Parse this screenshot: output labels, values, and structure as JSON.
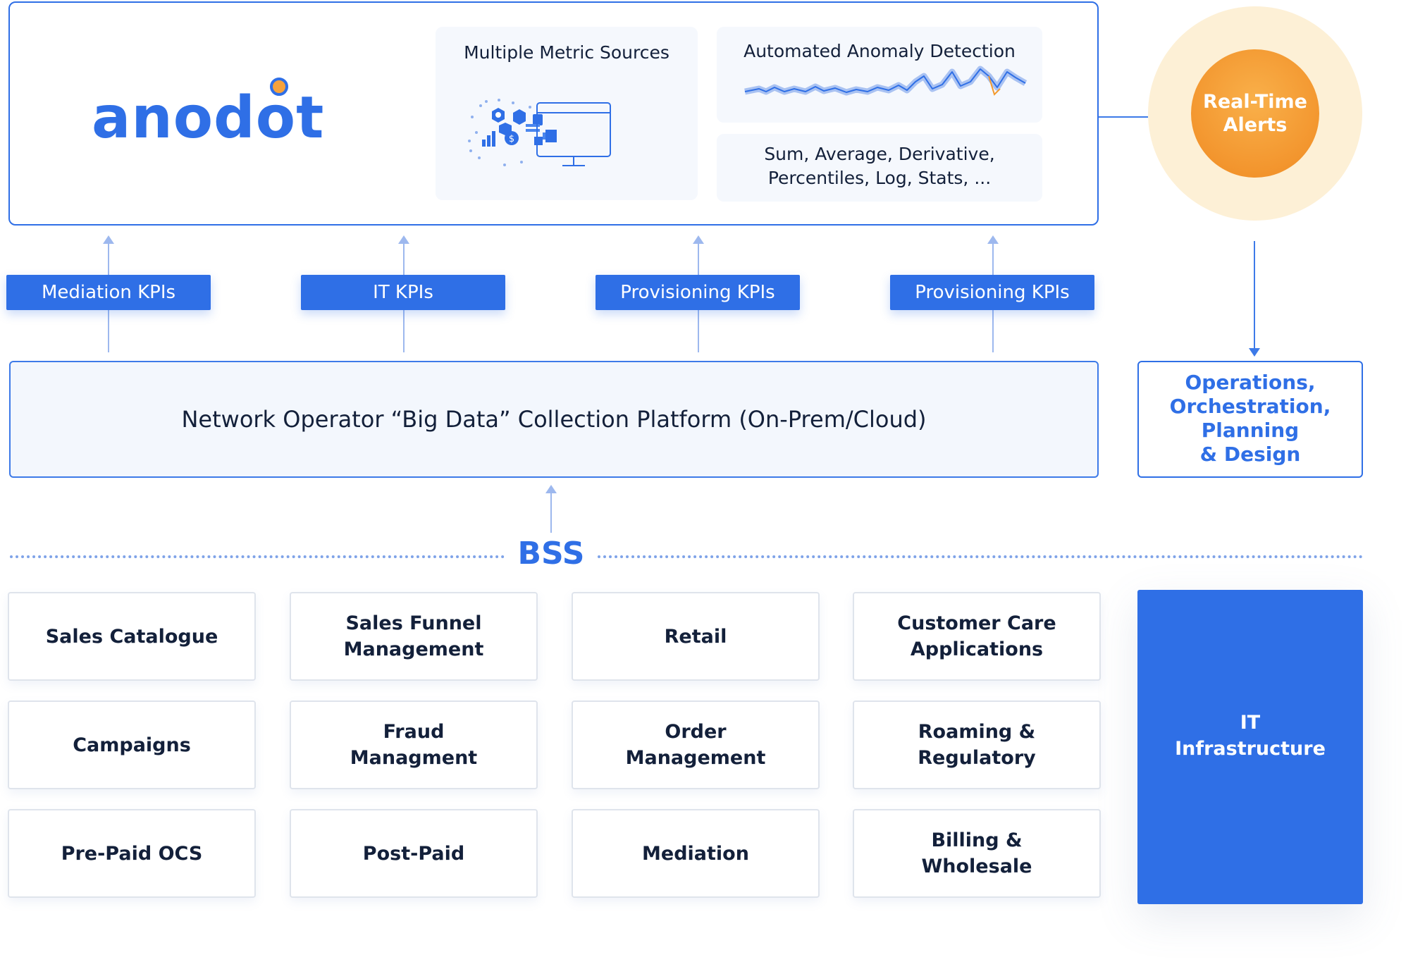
{
  "logo": {
    "text_before": "anod",
    "text_o": "o",
    "text_after": "t"
  },
  "panels": {
    "metric_sources": "Multiple Metric Sources",
    "anomaly_detection": "Automated Anomaly Detection",
    "functions_line1": "Sum, Average, Derivative,",
    "functions_line2": "Percentiles, Log, Stats, ..."
  },
  "kpis": [
    "Mediation KPIs",
    "IT KPIs",
    "Provisioning KPIs",
    "Provisioning KPIs"
  ],
  "platform": {
    "label": "Network Operator “Big Data” Collection Platform (On-Prem/Cloud)"
  },
  "alerts": {
    "line1": "Real-Time",
    "line2": "Alerts"
  },
  "operations": {
    "line1": "Operations,",
    "line2": "Orchestration,",
    "line3": "Planning",
    "line4": "& Design"
  },
  "bss": {
    "label": "BSS"
  },
  "tiles": [
    {
      "line1": "Sales Catalogue",
      "line2": ""
    },
    {
      "line1": "Sales Funnel",
      "line2": "Management"
    },
    {
      "line1": "Retail",
      "line2": ""
    },
    {
      "line1": "Customer Care",
      "line2": "Applications"
    },
    {
      "line1": "Campaigns",
      "line2": ""
    },
    {
      "line1": "Fraud",
      "line2": "Managment"
    },
    {
      "line1": "Order",
      "line2": "Management"
    },
    {
      "line1": "Roaming &",
      "line2": "Regulatory"
    },
    {
      "line1": "Pre-Paid OCS",
      "line2": ""
    },
    {
      "line1": "Post-Paid",
      "line2": ""
    },
    {
      "line1": "Mediation",
      "line2": ""
    },
    {
      "line1": "Billing &",
      "line2": "Wholesale"
    }
  ],
  "it_infrastructure": {
    "line1": "IT",
    "line2": "Infrastructure"
  },
  "colors": {
    "primary_blue": "#2f6fe6",
    "orange": "#f39a2e",
    "halo": "#fdf0d6",
    "text_dark": "#13203a"
  },
  "icons": [
    "data-source-icons",
    "monitor-icon",
    "anomaly-waveform"
  ]
}
